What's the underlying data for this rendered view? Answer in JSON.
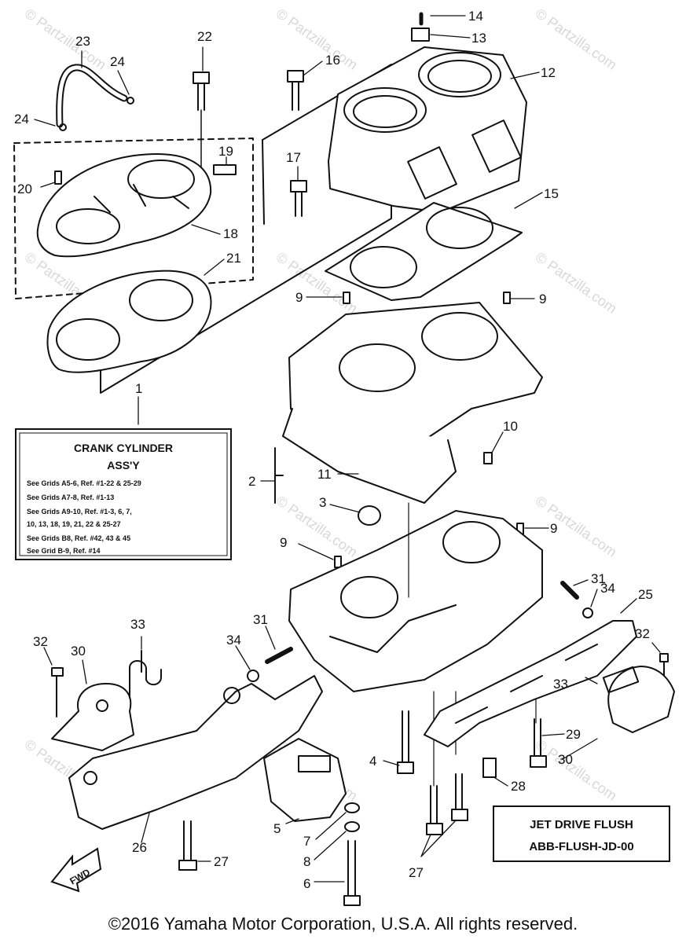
{
  "watermark": "© Partzilla.com",
  "callouts": [
    "1",
    "2",
    "3",
    "4",
    "5",
    "6",
    "7",
    "8",
    "9",
    "10",
    "11",
    "12",
    "13",
    "14",
    "15",
    "16",
    "17",
    "18",
    "19",
    "20",
    "21",
    "22",
    "23",
    "24",
    "25",
    "26",
    "27",
    "28",
    "29",
    "30",
    "31",
    "32",
    "33",
    "34"
  ],
  "info_box": {
    "title": "CRANK CYLINDER",
    "subtitle": "ASS'Y",
    "lines": [
      "See Grids A5-6, Ref. #1-22 & 25-29",
      "See Grids A7-8, Ref. #1-13",
      "See Grids A9-10, Ref. #1-3, 6, 7,",
      "10, 13, 18, 19, 21, 22 & 25-27",
      "See Grids B8, Ref. #42, 43 & 45",
      "See Grid B-9, Ref. #14"
    ]
  },
  "flush_box": {
    "line1": "JET DRIVE FLUSH",
    "line2": "ABB-FLUSH-JD-00"
  },
  "fwd_label": "FWD",
  "copyright": "©2016  Yamaha Motor Corporation, U.S.A. All rights reserved."
}
